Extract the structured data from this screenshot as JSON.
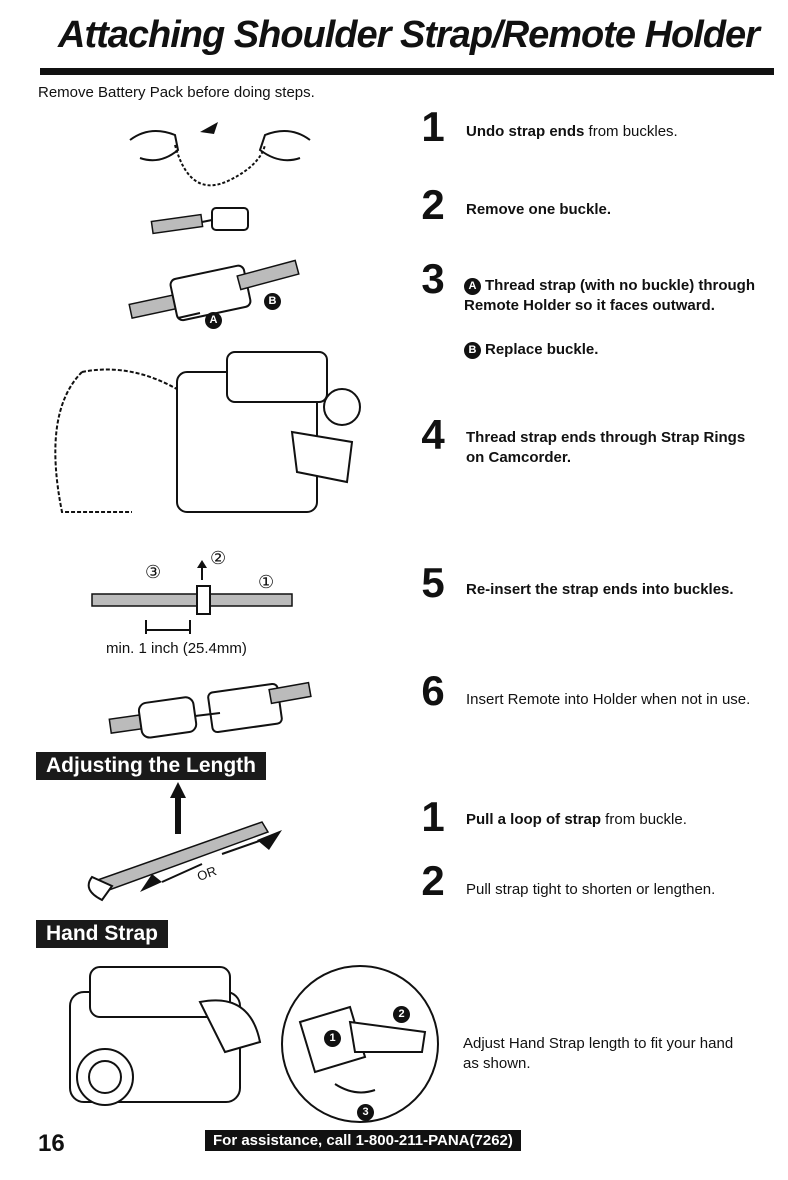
{
  "header": {
    "title": "Attaching Shoulder Strap/Remote Holder"
  },
  "note": "Remove Battery Pack before doing steps.",
  "steps": [
    {
      "num": "1",
      "bold": "Undo strap ends",
      "rest": " from buckles."
    },
    {
      "num": "2",
      "bold": "Remove one buckle.",
      "rest": ""
    },
    {
      "num": "3",
      "a_badge": "A",
      "a_text": "Thread strap (with no buckle) through Remote Holder so it faces outward.",
      "b_badge": "B",
      "b_text": "Replace buckle."
    },
    {
      "num": "4",
      "bold": "Thread strap ends through Strap Rings on Camcorder.",
      "rest": ""
    },
    {
      "num": "5",
      "bold": "Re-insert the strap ends into buckles.",
      "rest": ""
    },
    {
      "num": "6",
      "text": "Insert Remote into Holder when not in use."
    }
  ],
  "figure_labels": {
    "fig3_a": "A",
    "fig3_b": "B",
    "fig5_1": "①",
    "fig5_2": "②",
    "fig5_3": "③",
    "fig5_caption": "min. 1 inch (25.4mm)",
    "adjust_or": "OR",
    "hand_1": "1",
    "hand_2": "2",
    "hand_3": "3"
  },
  "adjusting": {
    "heading": "Adjusting the Length",
    "steps": [
      {
        "num": "1",
        "bold": "Pull a loop of strap",
        "rest": " from buckle."
      },
      {
        "num": "2",
        "text": "Pull strap tight to shorten or lengthen."
      }
    ]
  },
  "hand_strap": {
    "heading": "Hand Strap",
    "text": "Adjust Hand Strap length to fit your hand as shown."
  },
  "footer": {
    "page_number": "16",
    "assistance": "For assistance, call 1-800-211-PANA(7262)"
  }
}
